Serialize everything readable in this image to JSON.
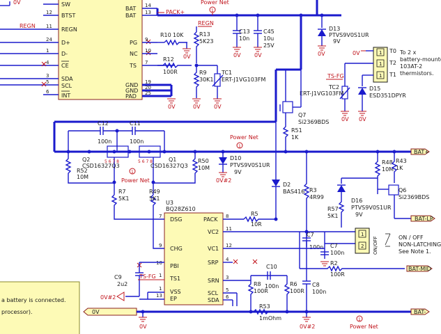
{
  "u_left": {
    "pins": [
      {
        "label": "SW",
        "num": ""
      },
      {
        "label": "BTST",
        "num": "12"
      },
      {
        "label": "REGN",
        "num": "11"
      },
      {
        "label": "D+",
        "num": "24"
      },
      {
        "label": "D-",
        "num": "1"
      },
      {
        "label": "CE",
        "num": "4"
      },
      {
        "label": "SDA",
        "num": "3"
      },
      {
        "label": "SCL",
        "num": "5"
      },
      {
        "label": "INT",
        "num": "6"
      }
    ],
    "right_pins": [
      {
        "label": "BAT",
        "num": "14"
      },
      {
        "label": "BAT",
        "num": "13"
      },
      {
        "label": "PG",
        "num": "9"
      },
      {
        "label": "NC",
        "num": "10"
      },
      {
        "label": "TS",
        "num": "7"
      },
      {
        "label": "GND",
        "num": "19"
      },
      {
        "label": "GND",
        "num": "20"
      },
      {
        "label": "PAD",
        "num": "25"
      }
    ],
    "gnd_extra_num": "2"
  },
  "u3": {
    "ref": "U3",
    "part": "BQ28Z610",
    "left_pins": [
      {
        "label": "DSG",
        "num": "7"
      },
      {
        "label": "CHG",
        "num": "9"
      },
      {
        "label": "PBI",
        "num": "10"
      },
      {
        "label": "TS1",
        "num": "1"
      },
      {
        "label": "VSS",
        "num": "1"
      },
      {
        "label": "EP",
        "num": "13"
      }
    ],
    "right_pins": [
      {
        "label": "PACK",
        "num": "8"
      },
      {
        "label": "VC2",
        "num": "11"
      },
      {
        "label": "VC1",
        "num": "12"
      },
      {
        "label": "SRP",
        "num": "4"
      },
      {
        "label": "SRN",
        "num": "3"
      },
      {
        "label": "SCL",
        "num": "5"
      },
      {
        "label": "SDA",
        "num": "6"
      }
    ]
  },
  "nets": {
    "regn_left": "REGN",
    "regn_top": "REGN",
    "pack_plus": "PACK+",
    "power_net": "Power Net",
    "ts_fg": "TS-FG",
    "ts_fg2": "TS-FG",
    "bat_plus": "BAT+",
    "bat_lp": "BAT-LP",
    "bat_mid": "BAT-MID",
    "bat_minus": "BAT-",
    "zero_v2_a": "0V#2",
    "zero_v2_b": "0V#2",
    "zero_v2_c": "0V#2",
    "zero_v_left": "0V",
    "zero_v_top": "0V",
    "zero_v": "0V"
  },
  "components": {
    "r10": {
      "ref": "R10",
      "val": "10K"
    },
    "r12": {
      "ref": "R12",
      "val": "100R"
    },
    "r13": {
      "ref": "R13",
      "val": "5K23"
    },
    "r9": {
      "ref": "R9",
      "val": "30K1"
    },
    "tc1": {
      "ref": "TC1",
      "val": "ERT-J1VG103FM"
    },
    "c13": {
      "ref": "C13",
      "val": "10n"
    },
    "c45": {
      "ref": "C45",
      "val1": "10u",
      "val2": "25V"
    },
    "d13": {
      "ref": "D13",
      "val1": "PTVS9V0S1UR",
      "val2": "9V"
    },
    "tc2": {
      "ref": "TC2",
      "val": "ERT-J1VG103FM"
    },
    "d15": {
      "ref": "D15",
      "val": "ESD351DPYR"
    },
    "q7": {
      "ref": "Q7",
      "val": "Si2369BDS"
    },
    "r51": {
      "ref": "R51",
      "val": "1K"
    },
    "c12": {
      "ref": "C12",
      "val": "100n"
    },
    "c11": {
      "ref": "C11",
      "val": "100n"
    },
    "q2": {
      "ref": "Q2",
      "val": "CSD16327Q3"
    },
    "q1": {
      "ref": "Q1",
      "val": "CSD16327Q3"
    },
    "r52": {
      "ref": "R52",
      "val": "10M"
    },
    "r50": {
      "ref": "R50",
      "val": "10M"
    },
    "d10": {
      "ref": "D10",
      "val1": "PTVS9V0S1UR",
      "val2": "9V"
    },
    "d2": {
      "ref": "D2",
      "val": "BAS416"
    },
    "r3": {
      "ref": "R3",
      "val": "4R99"
    },
    "r48": {
      "ref": "R48",
      "val": "10M"
    },
    "r43": {
      "ref": "R43",
      "val": "1K"
    },
    "q6": {
      "ref": "Q6",
      "val": "Si2369BDS"
    },
    "d16": {
      "ref": "D16",
      "val1": "PTVS9V0S1UR",
      "val2": "9V"
    },
    "r57": {
      "ref": "R57",
      "val": "5K1"
    },
    "r7": {
      "ref": "R7",
      "val": "5K1"
    },
    "r49": {
      "ref": "R49",
      "val": "5K1"
    },
    "r5": {
      "ref": "R5",
      "val": "10R"
    },
    "c7a": {
      "ref": "C7",
      "val": "100n"
    },
    "c7b": {
      "ref": "C7",
      "val": "100n"
    },
    "r2": {
      "ref": "R2",
      "val": "100R"
    },
    "c9": {
      "ref": "C9",
      "val": "2u2"
    },
    "c10": {
      "ref": "C10",
      "val": "100n"
    },
    "r8": {
      "ref": "R8",
      "val": "100R"
    },
    "r6": {
      "ref": "R6",
      "val": "100R"
    },
    "c8": {
      "ref": "C8",
      "val": "100n"
    },
    "r53": {
      "ref": "R53",
      "val": "1mOhm"
    }
  },
  "connector_t": {
    "pins": [
      "T0",
      "T2",
      "T1"
    ],
    "note": [
      "To 2 x",
      "battery-mounted",
      "103AT-2",
      "thermistors."
    ]
  },
  "connector_sw": {
    "pins": [
      "1",
      "2"
    ],
    "side_label": "ON/OFF",
    "note": [
      "ON / OFF",
      "NON-LATCHING",
      "See Note 1."
    ]
  },
  "note_box": {
    "lines": [
      "a battery is connected.",
      "processor)."
    ]
  },
  "net_flag": "1"
}
